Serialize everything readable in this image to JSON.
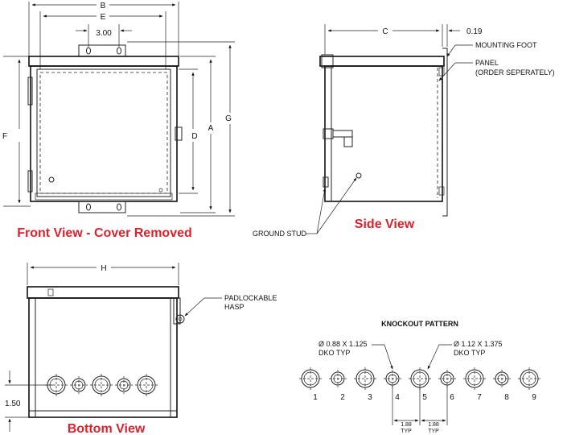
{
  "dimensions": {
    "b": "B",
    "e": "E",
    "spacing": "3.00",
    "f": "F",
    "a": "A",
    "d": "D",
    "g": "G",
    "c": "C",
    "offset": "0.19",
    "h": "H",
    "bottom_offset": "1.50",
    "pitch": "1.88",
    "typ": "TYP"
  },
  "captions": {
    "front": "Front View - Cover Removed",
    "side": "Side View",
    "bottom": "Bottom View"
  },
  "callouts": {
    "mounting_foot": "MOUNTING FOOT",
    "panel_line1": "PANEL",
    "panel_line2": "(ORDER SEPERATELY)",
    "ground_stud": "GROUND STUD",
    "hasp_line1": "PADLOCKABLE",
    "hasp_line2": "HASP"
  },
  "knockout": {
    "title": "KNOCKOUT PATTERN",
    "small_size": "Ø 0.88 X 1.125",
    "small_type": "DKO TYP",
    "large_size": "Ø 1.12 X 1.375",
    "large_type": "DKO TYP",
    "numbers": [
      "1",
      "2",
      "3",
      "4",
      "5",
      "6",
      "7",
      "8",
      "9"
    ],
    "sizes": [
      "large",
      "small",
      "large",
      "small",
      "large",
      "small",
      "large",
      "small",
      "large"
    ]
  },
  "bottom_knockouts": [
    "large",
    "small",
    "large",
    "small",
    "large"
  ]
}
